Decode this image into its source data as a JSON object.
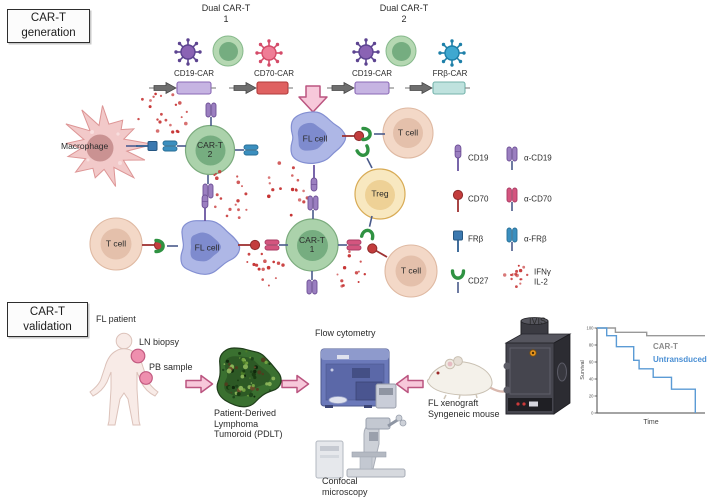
{
  "boxes": {
    "generation": "CAR-T\ngeneration",
    "validation": "CAR-T\nvalidation"
  },
  "generation": {
    "dual1": {
      "title": "Dual CAR-T\n1",
      "construct1": "CD19-CAR",
      "construct2": "CD70-CAR"
    },
    "dual2": {
      "title": "Dual CAR-T\n2",
      "construct1": "CD19-CAR",
      "construct2": "FRβ-CAR"
    },
    "cells": {
      "macrophage": "Macrophage",
      "cart2": "CAR-T\n2",
      "fl_upper": "FL cell",
      "tcell_upper": "T cell",
      "treg": "Treg",
      "tcell_left": "T cell",
      "fl_lower": "FL cell",
      "cart1": "CAR-T\n1",
      "tcell_right": "T cell"
    },
    "legend": [
      {
        "label": "CD19"
      },
      {
        "label": "α-CD19"
      },
      {
        "label": "CD70"
      },
      {
        "label": "α-CD70"
      },
      {
        "label": "FRβ"
      },
      {
        "label": "α-FRβ"
      },
      {
        "label": "CD27"
      },
      {
        "label": "IFNγ\nIL-2"
      }
    ]
  },
  "validation": {
    "fl_patient": "FL patient",
    "ln_biopsy": "LN biopsy",
    "pb_sample": "PB sample",
    "pdlt": "Patient-Derived\nLymphoma\nTumoroid (PDLT)",
    "flow_cytometry": "Flow cytometry",
    "confocal": "Confocal\nmicroscopy",
    "mouse": "FL xenograft\nSyngeneic mouse",
    "ivis": "IVIS"
  },
  "chart_data": {
    "type": "line",
    "subtype": "kaplan-meier-step",
    "xlabel": "Time",
    "ylabel": "Survival",
    "ylim": [
      0,
      100
    ],
    "yticks": [
      0,
      20,
      40,
      60,
      80,
      100
    ],
    "x_normalized_range": [
      0,
      1
    ],
    "grid": false,
    "legend_position": "inside-top-right",
    "series": [
      {
        "name": "CAR-T",
        "color": "#999999",
        "start": 100,
        "steps": [
          [
            0.17,
            95
          ],
          [
            0.46,
            91
          ]
        ]
      },
      {
        "name": "Untransduced",
        "color": "#5b9bd5",
        "start": 100,
        "steps": [
          [
            0.09,
            91
          ],
          [
            0.18,
            78
          ],
          [
            0.34,
            62
          ],
          [
            0.39,
            52
          ],
          [
            0.52,
            42
          ],
          [
            0.69,
            28
          ],
          [
            0.91,
            0
          ]
        ]
      }
    ]
  },
  "colors": {
    "pink_arrow_fill": "#f7c8da",
    "pink_arrow_stroke": "#bb5580",
    "cd19_purple": "#9b7fc0",
    "cd70_red": "#c33d3d",
    "frb_blue": "#3c79b0",
    "cd27_green": "#2f9242",
    "scfv_cd19": "#9b7fc0",
    "scfv_cd70": "#d4557f",
    "scfv_frb": "#3b8fbf",
    "cytokine_red": "#c63333",
    "cart_green": "#abd2ab",
    "fl_blue": "#aeb7e6",
    "tcell_pink": "#f3d8c7",
    "treg_yellow": "#f8e8c0",
    "macrophage_pink": "#f2c9c9",
    "virus_purple": "#8a63b4",
    "virus_pink": "#ef7d96",
    "virus_blue": "#3fa8d0",
    "construct_cd19": "#c6b4e2",
    "construct_cd70": "#df6161",
    "construct_frb": "#bfe2de",
    "survival_cart": "#999999",
    "survival_untransduced": "#5b9bd5"
  }
}
